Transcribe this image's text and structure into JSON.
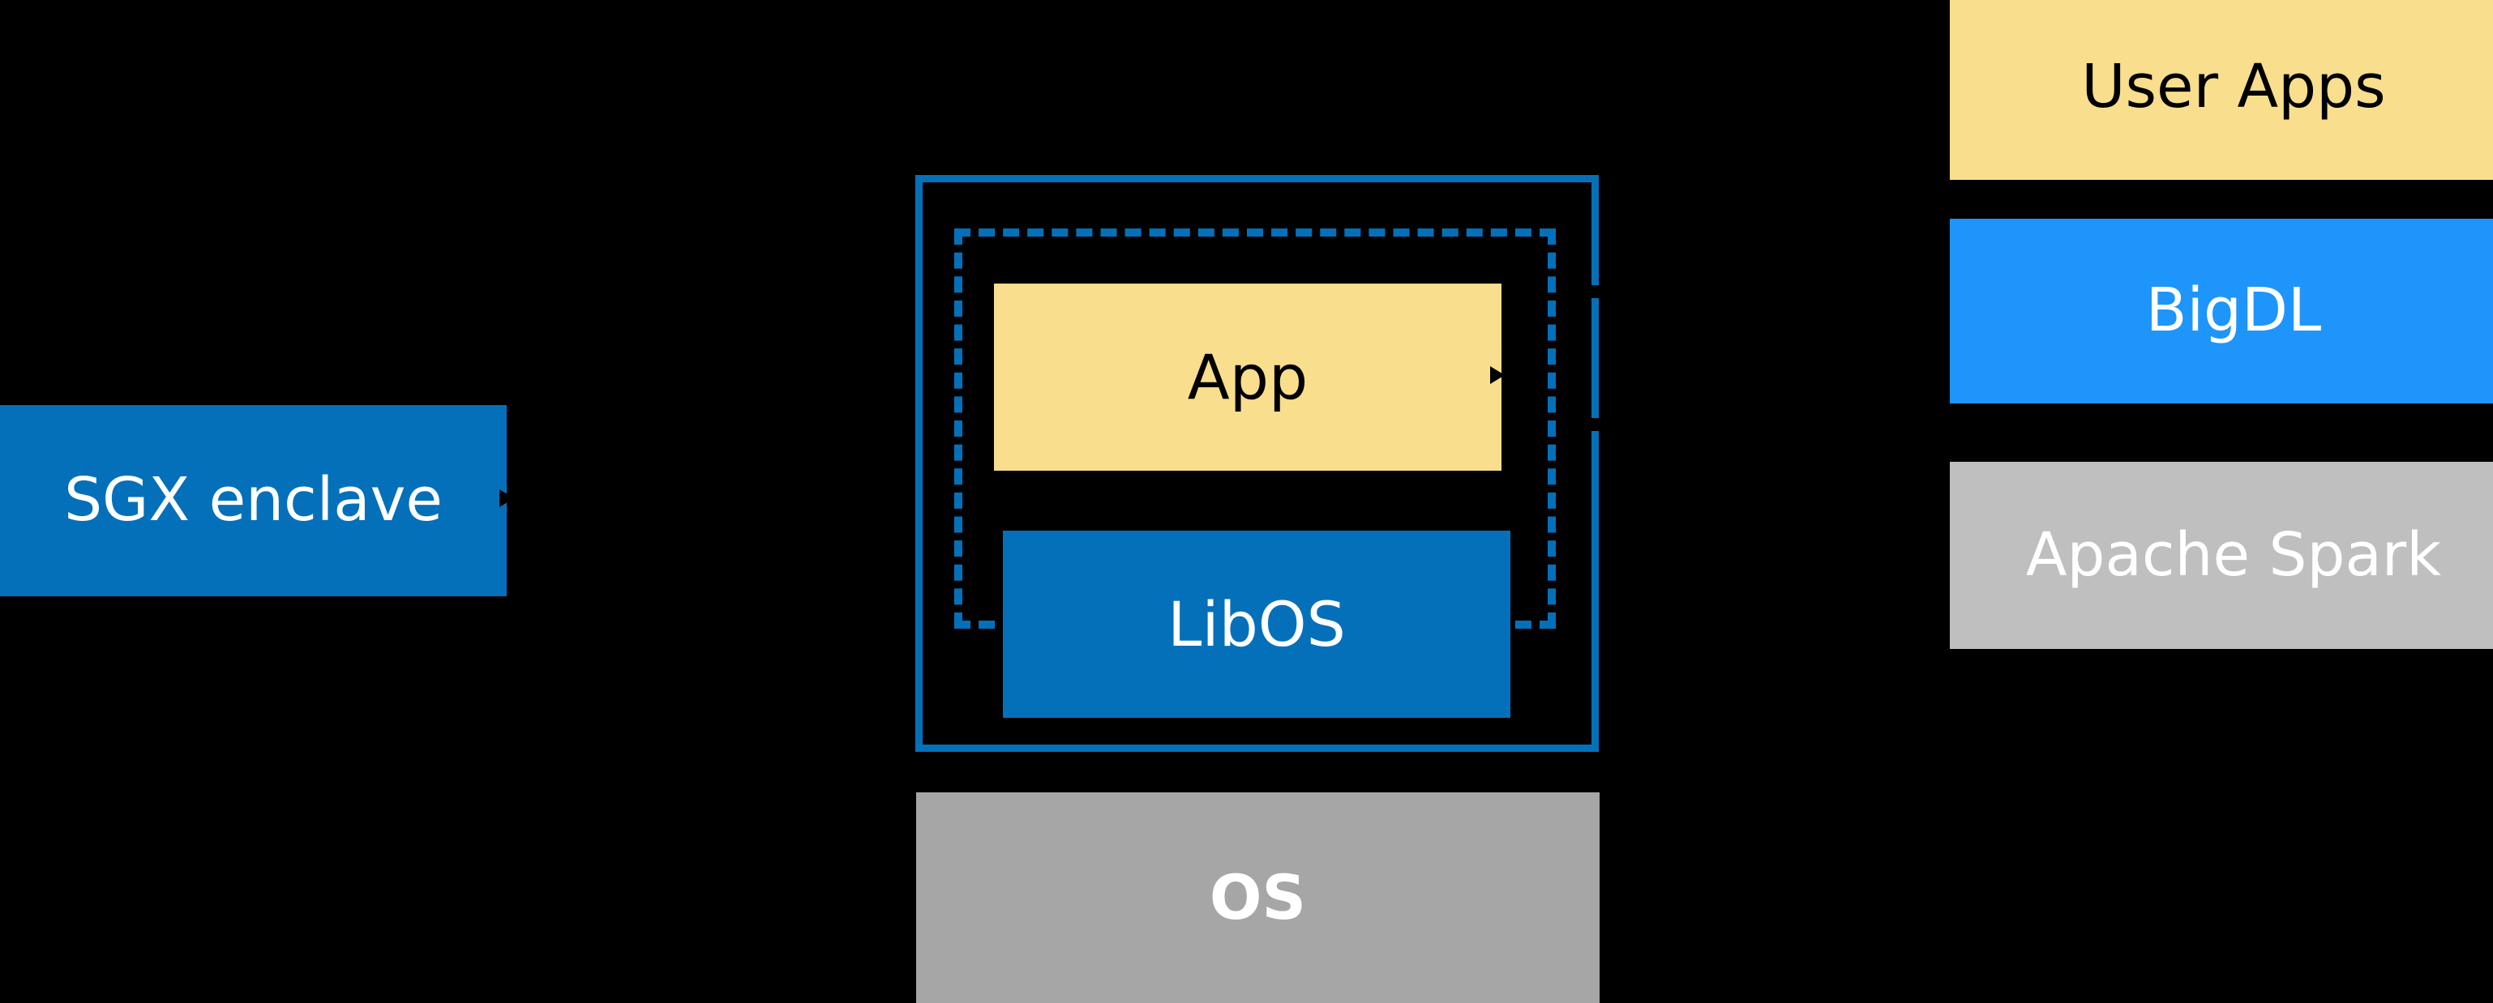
{
  "diagram": {
    "background_color": "#000000",
    "palette": {
      "enclave_blue": "#0570BA",
      "accent_blue": "#1E95FB",
      "app_yellow": "#F8DE8D",
      "os_gray": "#A6A6A6",
      "spark_gray": "#BFBFBF",
      "white_text": "#FFFFFF",
      "black_text": "#000000"
    },
    "left": {
      "sgx_enclave_label": "SGX enclave"
    },
    "center": {
      "app_label": "App",
      "libos_label": "LibOS",
      "os_label": "OS",
      "outer_frame_style": "solid",
      "inner_frame_style": "dashed"
    },
    "right_stack": {
      "items": [
        {
          "label": "User Apps",
          "color": "#F8DE8D"
        },
        {
          "label": "BigDL",
          "color": "#1E95FB"
        },
        {
          "label": "Apache Spark",
          "color": "#BFBFBF"
        }
      ]
    }
  }
}
